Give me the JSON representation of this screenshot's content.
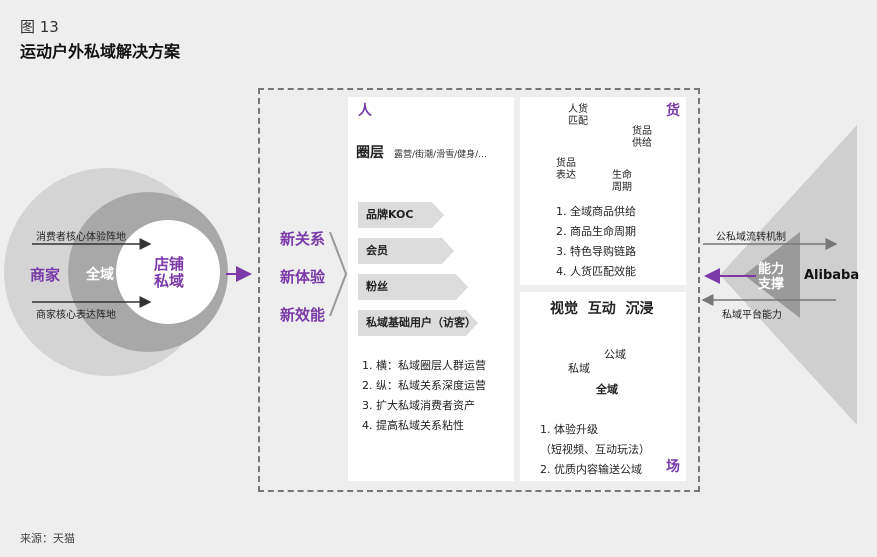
{
  "figure_number": "图 13",
  "figure_title": "运动户外私域解决方案",
  "source": "来源：天猫",
  "left": {
    "merchant": "商家",
    "full_domain": "全域",
    "store_private_line1": "店铺",
    "store_private_line2": "私域",
    "top_arrow_label": "消费者核心体验阵地",
    "bottom_arrow_label": "商家核心表达阵地"
  },
  "values": {
    "item1": "新关系",
    "item2": "新体验",
    "item3": "新效能"
  },
  "ren": {
    "corner": "人",
    "circle_title": "圈层",
    "circle_sub": "露营/街潮/滑雪/健身/...",
    "chevrons": [
      "品牌KOC",
      "会员",
      "粉丝",
      "私域基础用户（访客）"
    ],
    "list": [
      "1. 横：私域圈层人群运营",
      "2. 纵：私域关系深度运营",
      "3. 扩大私域消费者资产",
      "4. 提高私域关系粘性"
    ]
  },
  "huo": {
    "corner": "货",
    "cycle": {
      "top_line1": "人货",
      "top_line2": "匹配",
      "right_line1": "货品",
      "right_line2": "供给",
      "bottom_line1": "生命",
      "bottom_line2": "周期",
      "left_line1": "货品",
      "left_line2": "表达"
    },
    "list": [
      "1. 全域商品供给",
      "2. 商品生命周期",
      "3. 特色导购链路",
      "4. 人货匹配效能"
    ]
  },
  "chang": {
    "corner": "场",
    "title": "视觉  互动  沉浸",
    "venn": {
      "private": "私域",
      "public": "公域",
      "full": "全域"
    },
    "list": [
      "1. 体验升级",
      "（短视频、互动玩法）",
      "2. 优质内容输送公域"
    ]
  },
  "right": {
    "top_arrow_label": "公私域流转机制",
    "bottom_arrow_label": "私域平台能力",
    "support_line1": "能力",
    "support_line2": "支撑",
    "brand": "Alibaba"
  },
  "colors": {
    "accent_purple": "#7a3aa8",
    "arrow_gray": "#777777",
    "panel_bg": "#ffffff",
    "page_bg": "#eeeeee"
  }
}
